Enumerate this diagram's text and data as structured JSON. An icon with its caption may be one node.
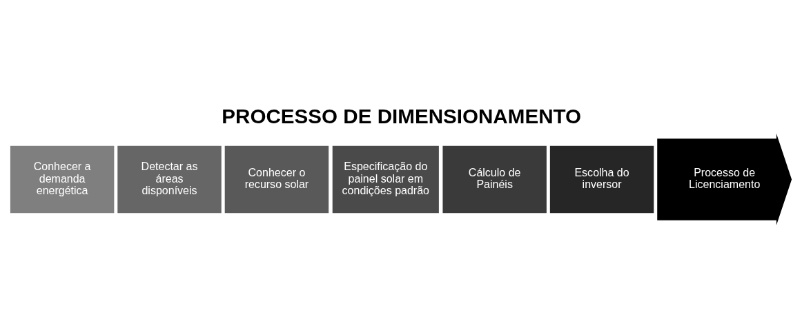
{
  "diagram": {
    "title": "PROCESSO DE DIMENSIONAMENTO",
    "nodes": [
      {
        "text": [
          "Conhecer a demanda energética"
        ]
      },
      {
        "text": [
          "Detectar as áreas disponíveis"
        ]
      },
      {
        "text": [
          "Conhecer o recurso solar"
        ]
      },
      {
        "text": [
          "Especificação do painel solar em condições padrão"
        ]
      },
      {
        "text": [
          "Cálculo de Painéis"
        ]
      },
      {
        "text": [
          "Escolha do inversor"
        ]
      },
      {
        "text": [
          "Processo de Licenciamento"
        ]
      }
    ],
    "edges": []
  }
}
